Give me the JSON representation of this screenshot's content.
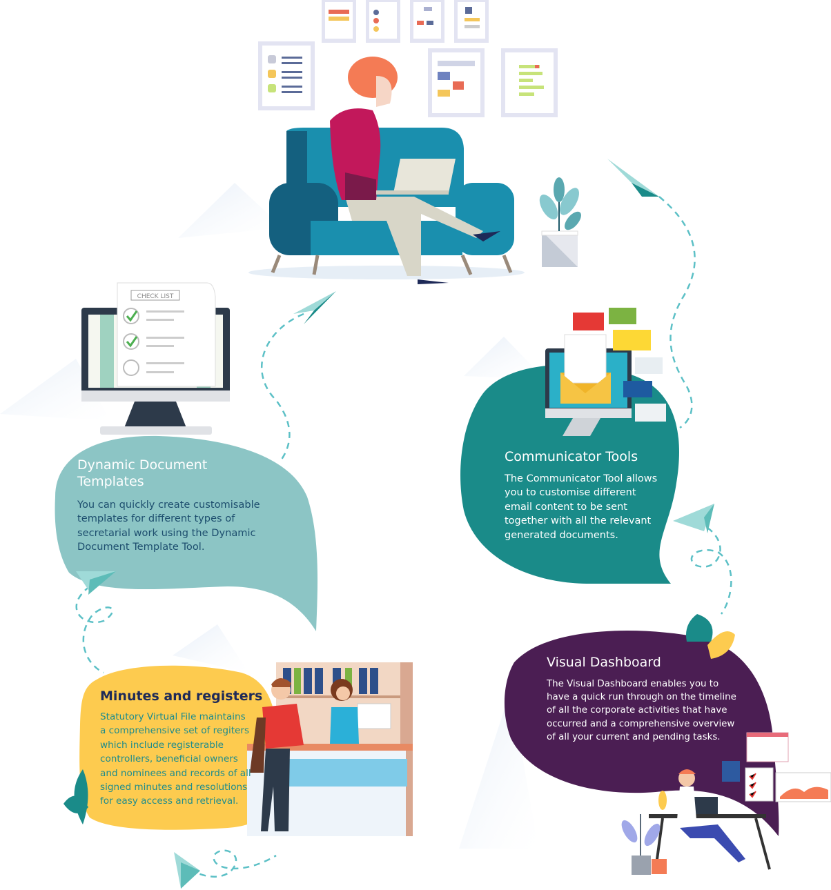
{
  "illustration": {
    "checklist_label": "CHECK LIST"
  },
  "sections": {
    "dynamic": {
      "title_lines": [
        "Dynamic Document",
        "Templates"
      ],
      "body_lines": [
        "You can quickly create customisable",
        "templates for different types of",
        "secretarial work using the Dynamic",
        "Document Template Tool."
      ]
    },
    "communicator": {
      "title": "Communicator Tools",
      "body_lines": [
        "The Communicator Tool allows",
        "you to customise different",
        "email content to be sent",
        "together with all the relevant",
        "generated documents."
      ]
    },
    "visual": {
      "title": "Visual Dashboard",
      "body_lines": [
        "The Visual Dashboard enables you to",
        "have a quick run through on the timeline",
        "of all the corporate activities that have",
        "occurred and a comprehensive overview",
        "of all your current and pending tasks."
      ]
    },
    "minutes": {
      "title": "Minutes and registers",
      "body_lines": [
        "Statutory Virtual File maintains",
        "a comprehensive set of regiters",
        "which include registerable",
        "controllers, beneficial owners",
        "and nominees and records of all",
        "signed minutes and resolutions",
        "for easy access and retrieval."
      ]
    }
  },
  "colors": {
    "light_teal": "#8cc5c5",
    "dark_teal": "#1a8b89",
    "purple": "#4b1e53",
    "yellow": "#fdcb4f"
  }
}
